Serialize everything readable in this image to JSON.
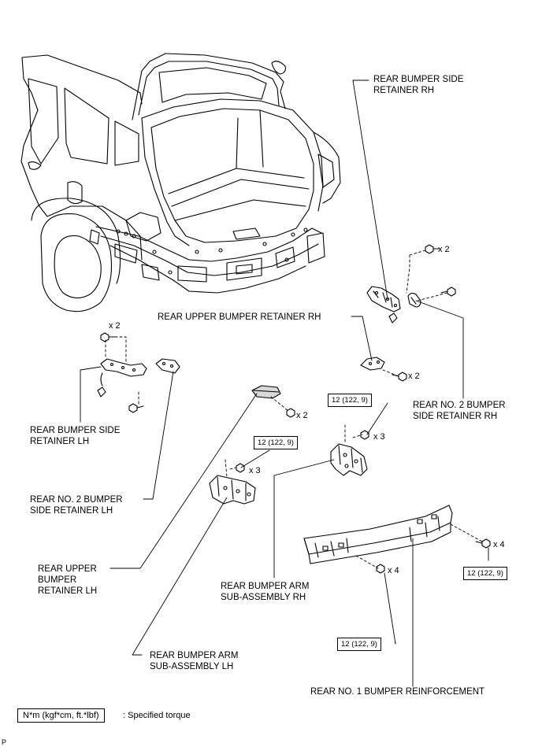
{
  "labels": {
    "side_retainer_rh": "REAR BUMPER SIDE\nRETAINER RH",
    "upper_retainer_rh": "REAR UPPER BUMPER RETAINER RH",
    "no2_retainer_rh": "REAR NO. 2 BUMPER\nSIDE RETAINER RH",
    "side_retainer_lh": "REAR BUMPER SIDE\nRETAINER LH",
    "no2_retainer_lh": "REAR NO. 2 BUMPER\nSIDE RETAINER LH",
    "upper_retainer_lh": "REAR UPPER\nBUMPER\nRETAINER LH",
    "arm_rh": "REAR BUMPER ARM\nSUB-ASSEMBLY RH",
    "arm_lh": "REAR BUMPER ARM\nSUB-ASSEMBLY LH",
    "reinforcement": "REAR NO. 1 BUMPER REINFORCEMENT"
  },
  "quantities": {
    "q_top_rh": "x 2",
    "q_upper_rh": "x 2",
    "q_side_lh": "x 2",
    "q_upper_lh": "x 2",
    "q_arm_rh": "x 3",
    "q_arm_lh": "x 3",
    "q_reinf_right": "x 4",
    "q_reinf_mid": "x 4"
  },
  "torques": {
    "t_arm_rh": "12 (122, 9)",
    "t_arm_lh": "12 (122, 9)",
    "t_reinf_right": "12 (122, 9)",
    "t_reinf_bottom": "12 (122, 9)"
  },
  "legend": {
    "unit": "N*m (kgf*cm, ft.*lbf)",
    "text": ": Specified torque"
  },
  "corner_mark": "P"
}
